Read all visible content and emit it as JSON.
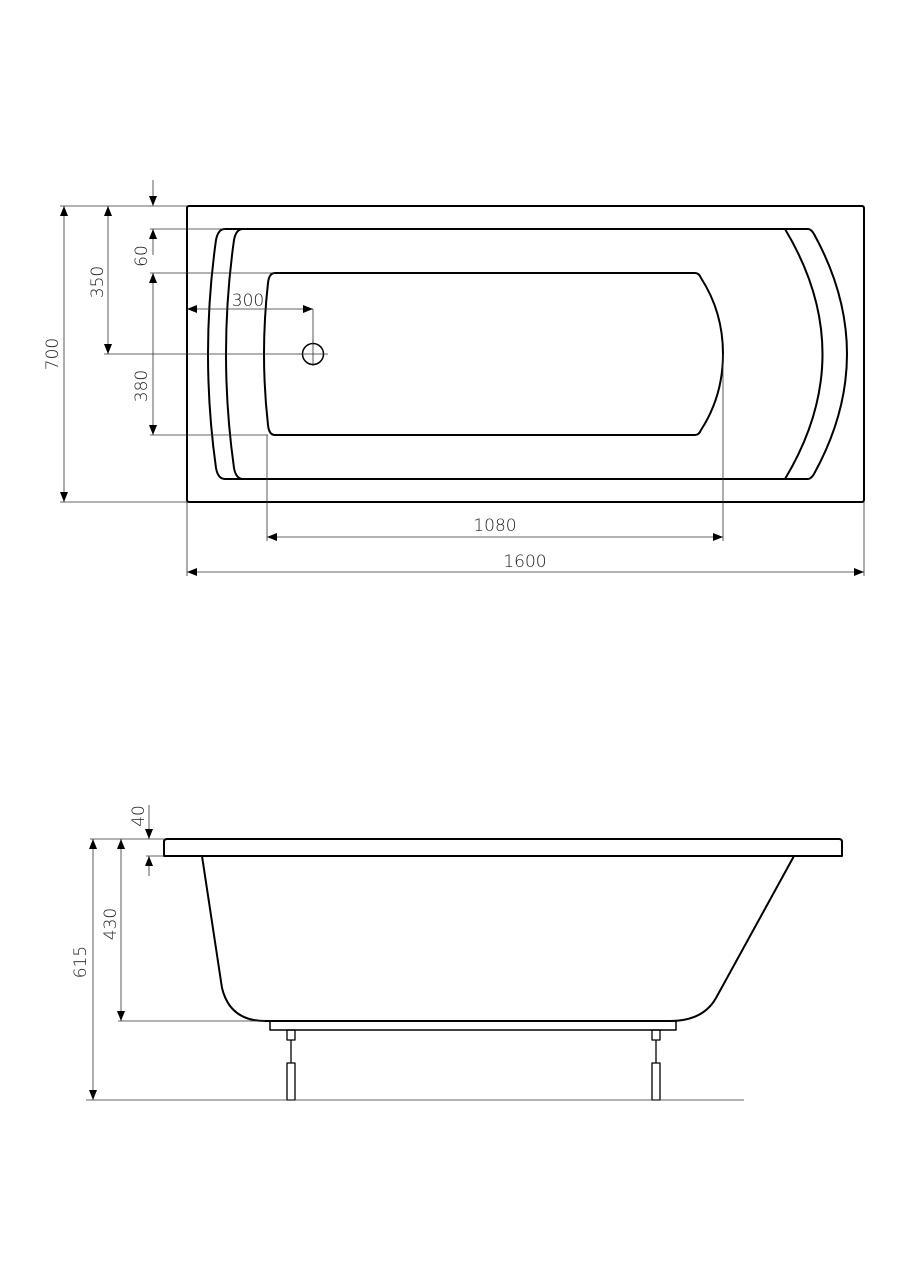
{
  "top_view": {
    "dimensions": {
      "overall_width": "700",
      "drain_offset_y": "350",
      "rim_offset": "60",
      "inner_width": "380",
      "drain_offset_x": "300",
      "inner_length": "1080",
      "overall_length": "1600"
    }
  },
  "side_view": {
    "dimensions": {
      "rim_thickness": "40",
      "basin_depth": "430",
      "total_height": "615"
    }
  },
  "colors": {
    "line": "#000000",
    "dimension": "#333333"
  }
}
